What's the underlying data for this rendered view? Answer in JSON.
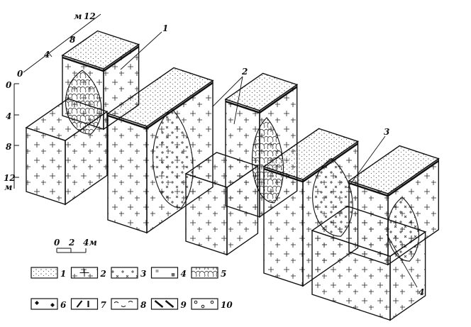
{
  "figure": {
    "depth_axis": {
      "ticks": [
        "0",
        "4",
        "8",
        "12"
      ],
      "unit": "м"
    },
    "vertical_axis": {
      "ticks": [
        "0",
        "4",
        "8",
        "12"
      ],
      "unit": "м"
    },
    "scale_bar": {
      "ticks": [
        "0",
        "2",
        "4м"
      ]
    },
    "callouts": [
      "1",
      "2",
      "3",
      "4"
    ],
    "legend": [
      {
        "num": "1",
        "pattern": "soil-with-vegetation"
      },
      {
        "num": "2",
        "pattern": "granite-cross"
      },
      {
        "num": "3",
        "pattern": "plus"
      },
      {
        "num": "4",
        "pattern": "hash"
      },
      {
        "num": "5",
        "pattern": "blocky-cells"
      },
      {
        "num": "6",
        "pattern": "diamond"
      },
      {
        "num": "7",
        "pattern": "elongated-grains"
      },
      {
        "num": "8",
        "pattern": "wavy"
      },
      {
        "num": "9",
        "pattern": "diagonal-bars"
      },
      {
        "num": "10",
        "pattern": "circles"
      }
    ]
  }
}
